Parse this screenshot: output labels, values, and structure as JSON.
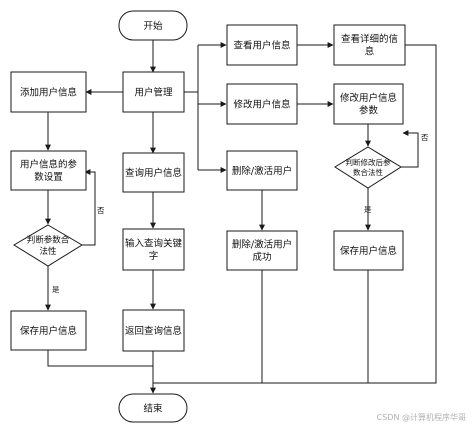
{
  "diagram": {
    "nodes": {
      "start": {
        "lines": [
          "开始"
        ]
      },
      "user_mgmt": {
        "lines": [
          "用户管理"
        ]
      },
      "add_user": {
        "lines": [
          "添加用户信息"
        ]
      },
      "param_setting": {
        "lines": [
          "用户信息的参",
          "数设置"
        ]
      },
      "judge_params": {
        "lines": [
          "判断参数合",
          "法性"
        ]
      },
      "save_user_left": {
        "lines": [
          "保存用户信息"
        ]
      },
      "query_user": {
        "lines": [
          "查询用户信息"
        ]
      },
      "input_keyword": {
        "lines": [
          "输入查询关键",
          "字"
        ]
      },
      "return_query": {
        "lines": [
          "返回查询信息"
        ]
      },
      "view_user": {
        "lines": [
          "查看用户信息"
        ]
      },
      "view_detail": {
        "lines": [
          "查看详细的信",
          "息"
        ]
      },
      "modify_user": {
        "lines": [
          "修改用户信息"
        ]
      },
      "modify_params": {
        "lines": [
          "修改用户信息",
          "参数"
        ]
      },
      "judge_modify": {
        "lines": [
          "判断修改后参",
          "数合法性"
        ]
      },
      "save_user_right": {
        "lines": [
          "保存用户信息"
        ]
      },
      "delete_user": {
        "lines": [
          "删除/激活用户"
        ]
      },
      "delete_success": {
        "lines": [
          "删除/激活用户",
          "成功"
        ]
      },
      "end": {
        "lines": [
          "结束"
        ]
      }
    },
    "edge_labels": {
      "judge_params_yes": "是",
      "judge_params_no": "否",
      "judge_modify_yes": "是",
      "judge_modify_no": "否"
    }
  },
  "watermark": "CSDN @计算机程序华哥"
}
